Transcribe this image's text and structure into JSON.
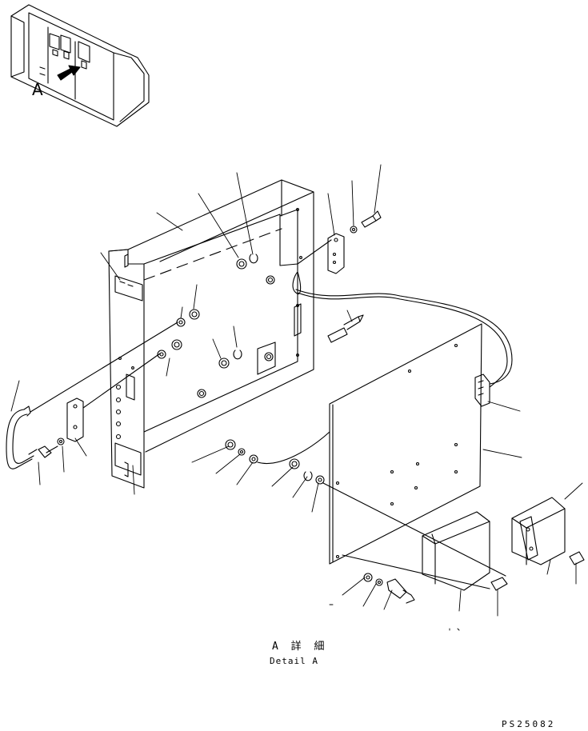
{
  "diagram": {
    "view_label": "A",
    "caption_jp": "A 詳 細",
    "caption_en": "Detail A",
    "drawing_code": "PS25082"
  }
}
